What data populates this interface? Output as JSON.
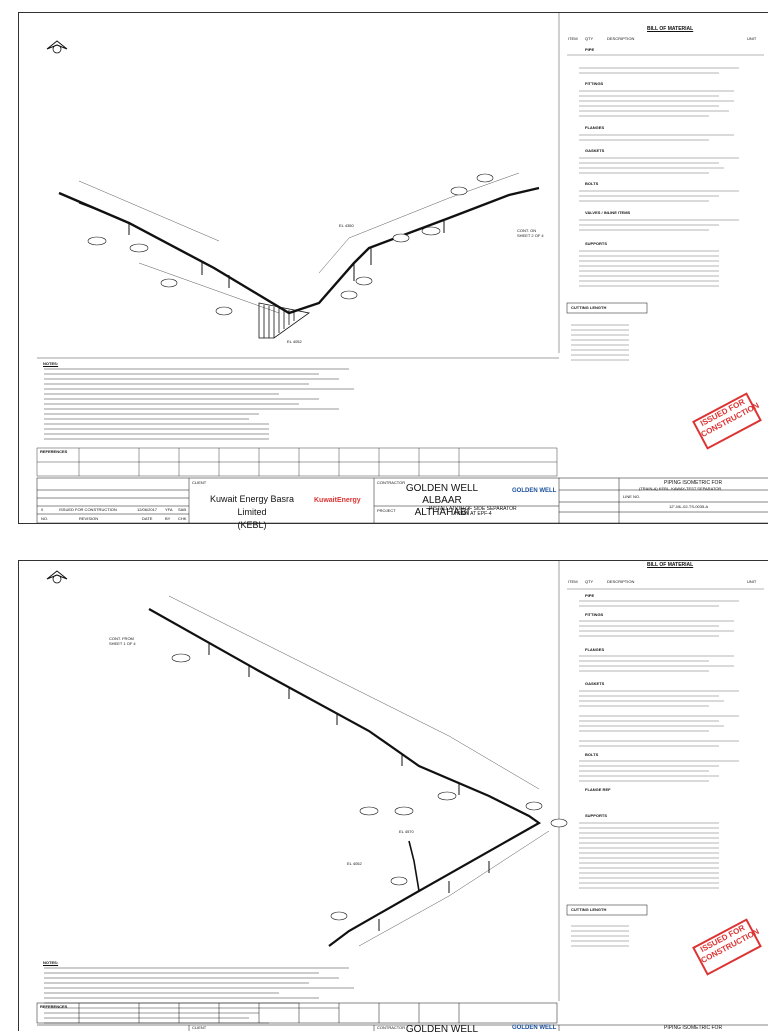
{
  "sheets": [
    {
      "bom_title": "BILL OF MATERIAL",
      "bom_headers": {
        "item": "ITEM",
        "qty": "QTY",
        "desc": "DESCRIPTION",
        "unit": "UNIT"
      },
      "bom_sections": [
        "PIPE",
        "FITTINGS",
        "FLANGES",
        "GASKETS",
        "BOLTS",
        "VALVES / INLINE ITEMS",
        "SUPPORTS"
      ],
      "cutting_title": "CUTTING LENGTH",
      "notes_title": "NOTES:",
      "stamp": [
        "ISSUED FOR",
        "CONSTRUCTION"
      ],
      "references_label": "REFERENCES",
      "client_label": "CLIENT",
      "client_name": [
        "Kuwait Energy Basra Limited",
        "(KEBL)"
      ],
      "client_logo": "KuwaitEnergy",
      "contractor_label": "CONTRACTOR",
      "contractor_name": [
        "GOLDEN WELL",
        "ALBAAR ALTHAHABI"
      ],
      "contractor_logo": "GOLDEN WELL",
      "project_label": "PROJECT",
      "project_title": [
        "INSTALLATION OF SIDE SEPARATOR",
        "TRAIN AT EPF-4"
      ],
      "drawing_title": "PIPING ISOMETRIC FOR",
      "drawing_sub": "(TRAIN-A) KEBL, KAWAY-TEST SEPARATOR",
      "line_label": "LINE NO.",
      "line_no": "12\"-ML-02-TS-0035-A",
      "revision_row": {
        "rev": "0",
        "desc": "ISSUED FOR CONSTRUCTION",
        "date": "12/06/2017",
        "by": "YFA",
        "chk": "SAB"
      },
      "rev_headers": {
        "no": "NO.",
        "rev": "REVISION",
        "date": "DATE",
        "by": "BY",
        "chk": "CHK"
      },
      "elevation_1": "EL 4052",
      "elevation_2": "EL 4350",
      "cont_label": "CONT. ON\nSHEET 2 OF 4"
    },
    {
      "bom_title": "BILL OF MATERIAL",
      "bom_headers": {
        "item": "ITEM",
        "qty": "QTY",
        "desc": "DESCRIPTION",
        "unit": "UNIT"
      },
      "bom_sections": [
        "PIPE",
        "FITTINGS",
        "FLANGES",
        "GASKETS",
        "BOLTS",
        "FLANGE REF",
        "SUPPORTS"
      ],
      "cutting_title": "CUTTING LENGTH",
      "notes_title": "NOTES:",
      "stamp": [
        "ISSUED FOR",
        "CONSTRUCTION"
      ],
      "references_label": "REFERENCES",
      "client_label": "CLIENT",
      "client_name": [
        "",
        ""
      ],
      "client_logo": "",
      "contractor_label": "CONTRACTOR",
      "contractor_name": [
        "GOLDEN WELL",
        ""
      ],
      "contractor_logo": "GOLDEN WELL",
      "project_label": "",
      "project_title": [
        "",
        ""
      ],
      "drawing_title": "PIPING ISOMETRIC FOR",
      "drawing_sub": "",
      "line_label": "",
      "line_no": "",
      "revision_row": {
        "rev": "",
        "desc": "",
        "date": "",
        "by": "",
        "chk": ""
      },
      "rev_headers": {
        "no": "",
        "rev": "",
        "date": "",
        "by": "",
        "chk": ""
      },
      "elevation_1": "EL 4052",
      "elevation_2": "EL 4570",
      "cont_label": "CONT. FROM\nSHEET 1 OF 4"
    }
  ],
  "colors": {
    "line": "#111111",
    "stamp": "#dd3333",
    "brand_blue": "#1a4f9c",
    "brand_red": "#dd3333"
  }
}
